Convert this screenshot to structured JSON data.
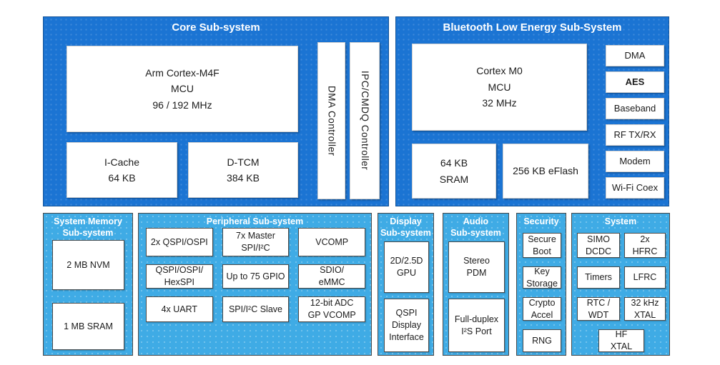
{
  "colors": {
    "dark_blue": "#1B74D3",
    "light_blue": "#3FABE5",
    "box_text": "#1b1b1b",
    "border_dark": "#4a4a4a"
  },
  "core": {
    "title": "Core Sub-system",
    "cpu": "Arm Cortex-M4F\nMCU\n96 / 192 MHz",
    "icache": "I-Cache\n64 KB",
    "dtcm": "D-TCM\n384 KB",
    "dma_controller": "DMA Controller",
    "ipc_controller": "IPC/CMDQ Controller"
  },
  "ble": {
    "title": "Bluetooth Low Energy Sub-System",
    "cpu": "Cortex M0\nMCU\n32 MHz",
    "sram": "64 KB\nSRAM",
    "eflash": "256 KB eFlash",
    "blocks": [
      "DMA",
      "AES",
      "Baseband",
      "RF TX/RX",
      "Modem",
      "Wi-Fi Coex"
    ]
  },
  "memory": {
    "title": "System Memory\nSub-system",
    "nvm": "2 MB NVM",
    "sram": "1 MB SRAM"
  },
  "peripheral": {
    "title": "Peripheral Sub-system",
    "blocks": [
      "2x QSPI/OSPI",
      "7x Master\nSPI/I²C",
      "VCOMP",
      "QSPI/OSPI/\nHexSPI",
      "Up to 75 GPIO",
      "SDIO/\neMMC",
      "4x UART",
      "SPI/I²C Slave",
      "12-bit ADC\nGP VCOMP"
    ]
  },
  "display": {
    "title": "Display\nSub-system",
    "gpu": "2D/2.5D\nGPU",
    "qspi_display": "QSPI\nDisplay\nInterface"
  },
  "audio": {
    "title": "Audio\nSub-system",
    "pdm": "Stereo\nPDM",
    "i2s": "Full-duplex\nI²S Port"
  },
  "security": {
    "title": "Security",
    "blocks": [
      "Secure\nBoot",
      "Key\nStorage",
      "Crypto\nAccel",
      "RNG"
    ]
  },
  "system": {
    "title": "System",
    "blocks": [
      "SIMO\nDCDC",
      "2x\nHFRC",
      "Timers",
      "LFRC",
      "RTC /\nWDT",
      "32 kHz\nXTAL",
      "HF\nXTAL"
    ]
  }
}
